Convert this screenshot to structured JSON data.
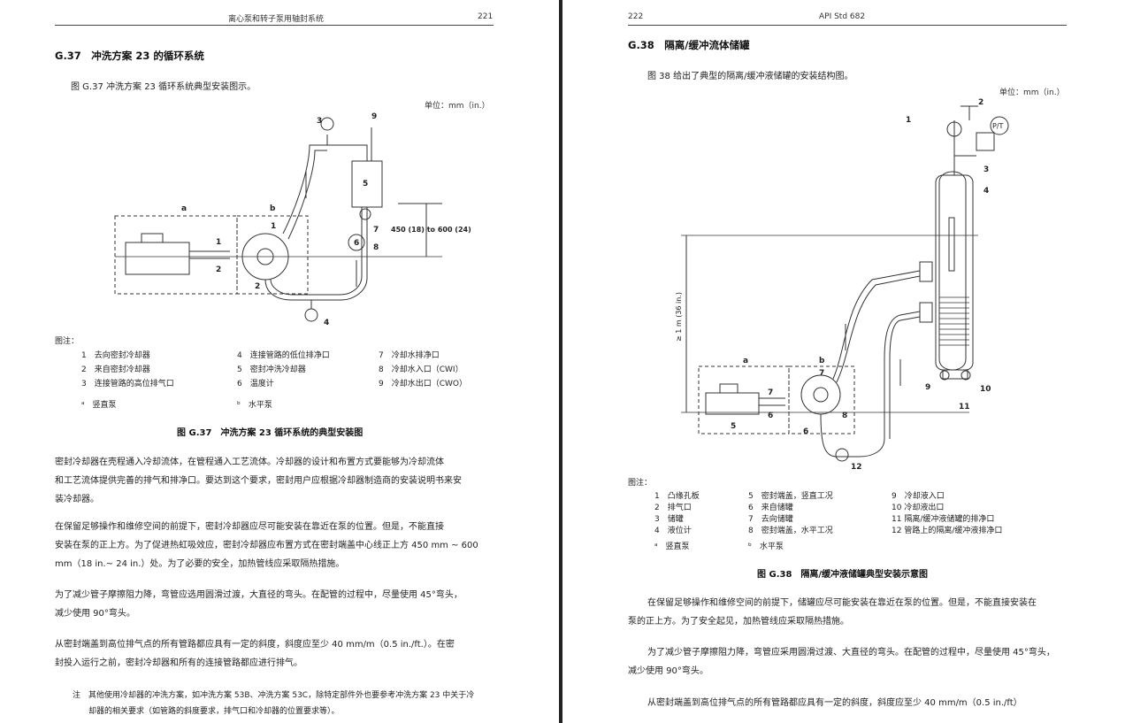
{
  "left_page": {
    "header_title": "离心泵和转子泵用轴封系统",
    "page_number": "221",
    "section_title": "G.37　冲洗方案 23 的循环系统",
    "intro": "图 G.37 冲洗方案 23 循环系统典型安装图示。",
    "unit_label": "单位：mm（in.）",
    "figure": {
      "dimension": "450 (18) to 600 (24)",
      "letters": [
        "a",
        "b"
      ],
      "numbers": [
        "1",
        "2",
        "1",
        "2",
        "3",
        "4",
        "5",
        "6",
        "7",
        "8",
        "9"
      ]
    },
    "legend_title": "图注：",
    "legend": [
      [
        "1　去向密封冷却器",
        "4　连接管路的低位排净口",
        "7　冷却水排净口"
      ],
      [
        "2　来自密封冷却器",
        "5　密封冲洗冷却器",
        "8　冷却水入口（CWI）"
      ],
      [
        "3　连接管路的高位排气口",
        "6　温度计",
        "9　冷却水出口（CWO）"
      ]
    ],
    "notes": [
      "ᵃ　竖直泵",
      "ᵇ　水平泵"
    ],
    "caption": "图 G.37　冲洗方案 23 循环系统的典型安装图",
    "paragraphs": [
      [
        "密封冷却器在壳程通入冷却流体，在管程通入工艺流体。冷却器的设计和布置方式要能够为冷却流体",
        "和工艺流体提供完善的排气和排净口。要达到这个要求，密封用户应根据冷却器制造商的安装说明书来安",
        "装冷却器。"
      ],
      [
        "在保留足够操作和维修空间的前提下，密封冷却器应尽可能安装在靠近在泵的位置。但是，不能直接",
        "安装在泵的正上方。为了促进热虹吸效应，密封冷却器应布置方式在密封端盖中心线正上方 450 mm ~ 600",
        "mm（18 in.~ 24 in.）处。为了必要的安全，加热管线应采取隔热措施。"
      ],
      [
        "为了减少管子摩擦阻力降，弯管应选用圆滑过渡，大直径的弯头。在配管的过程中，尽量使用 45°弯头，",
        "减少使用 90°弯头。"
      ],
      [
        "从密封端盖到高位排气点的所有管路都应具有一定的斜度，斜度应至少 40 mm/m（0.5 in./ft.）。在密",
        "封投入运行之前，密封冷却器和所有的连接管路都应进行排气。"
      ]
    ],
    "footnote": [
      "注　其他使用冷却器的冲洗方案，如冲洗方案 53B、冲洗方案 53C，除特定部件外也要参考冲洗方案 23 中关于冷",
      "却器的相关要求（如管路的斜度要求，排气口和冷却器的位置要求等）。"
    ]
  },
  "right_page": {
    "page_number": "222",
    "header_title": "API Std 682",
    "section_title": "G.38　隔离/缓冲流体储罐",
    "intro": "图 38 给出了典型的隔离/缓冲液储罐的安装结构图。",
    "unit_label": "单位：mm（in.）",
    "figure": {
      "dimension": "≥ 1 m (36 in.)",
      "pit_label": "P/T",
      "letters": [
        "a",
        "b"
      ],
      "numbers": [
        "1",
        "2",
        "3",
        "4",
        "5",
        "6",
        "7",
        "6",
        "7",
        "8",
        "9",
        "10",
        "11",
        "12"
      ]
    },
    "legend_title": "图注：",
    "legend": [
      [
        "1　凸缘孔板",
        "5　密封端盖，竖直工况",
        "9　冷却液入口"
      ],
      [
        "2　排气口",
        "6　来自储罐",
        "10 冷却液出口"
      ],
      [
        "3　储罐",
        "7　去向储罐",
        "11 隔离/缓冲液储罐的排净口"
      ],
      [
        "4　液位计",
        "8　密封端盖，水平工况",
        "12 管路上的隔离/缓冲液排净口"
      ]
    ],
    "notes": [
      "ᵃ　竖直泵",
      "ᵇ　水平泵"
    ],
    "caption": "图 G.38　隔离/缓冲液储罐典型安装示意图",
    "paragraphs": [
      [
        "在保留足够操作和维修空间的前提下，储罐应尽可能安装在靠近在泵的位置。但是，不能直接安装在",
        "泵的正上方。为了安全起见，加热管线应采取隔热措施。"
      ],
      [
        "为了减少管子摩擦阻力降，弯管应采用圆滑过渡、大直径的弯头。在配管的过程中，尽量使用 45°弯头，",
        "减少使用 90°弯头。"
      ],
      [
        "从密封端盖到高位排气点的所有管路都应具有一定的斜度，斜度应至少 40 mm/m（0.5 in./ft）"
      ]
    ]
  }
}
